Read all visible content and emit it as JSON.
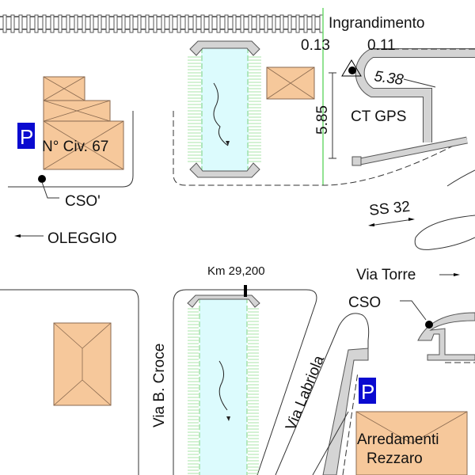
{
  "map": {
    "labels": {
      "magnify": "Ingrandimento",
      "dim_left": "0.13",
      "dim_right": "0.11",
      "dim_diag": "5.38",
      "dim_vert": "5.85",
      "ct_gps": "CT GPS",
      "house_number": "N° Civ. 67",
      "cso_prime": "CSO'",
      "oleggio": "OLEGGIO",
      "ss32": "SS 32",
      "km": "Km 29,200",
      "via_torre": "Via Torre",
      "cso": "CSO",
      "via_croce": "Via B. Croce",
      "via_labriola": "Via Labriola",
      "shop_line1": "Arredamenti",
      "shop_line2": "Rezzaro",
      "parking_1": "P",
      "parking_2": "P"
    },
    "colors": {
      "building": "#f6c89b",
      "water": "#dcfbfd",
      "parking": "#0a0ad0",
      "road_band": "#d4d4d4",
      "bank": "#7fd37f"
    }
  }
}
